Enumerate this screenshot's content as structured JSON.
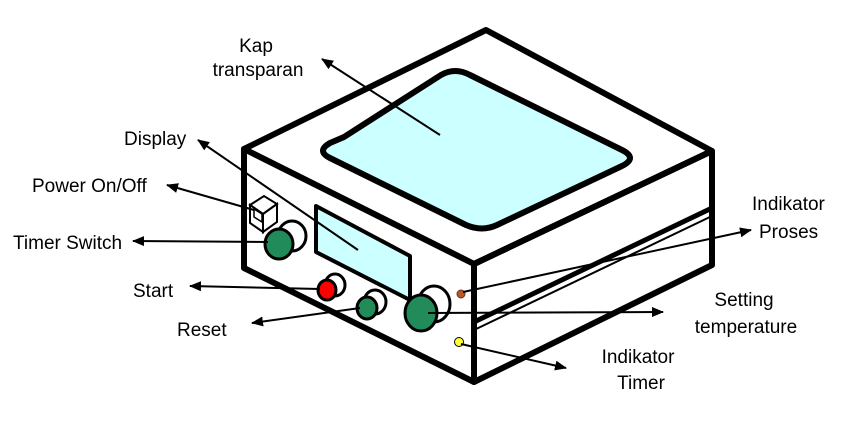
{
  "labels": {
    "kap_line1": "Kap",
    "kap_line2": "transparan",
    "display": "Display",
    "power": "Power On/Off",
    "timer_switch": "Timer Switch",
    "start": "Start",
    "reset": "Reset",
    "indikator_proses_line1": "Indikator",
    "indikator_proses_line2": "Proses",
    "setting_line1": "Setting",
    "setting_line2": "temperature",
    "indikator_timer_line1": "Indikator",
    "indikator_timer_line2": "Timer"
  },
  "colors": {
    "outline": "#000000",
    "body": "#ffffff",
    "glass": "#ccffff",
    "knob": "#228b5a",
    "start_button": "#ff0000",
    "proses_led": "#b85a28",
    "timer_led": "#ffff33"
  }
}
